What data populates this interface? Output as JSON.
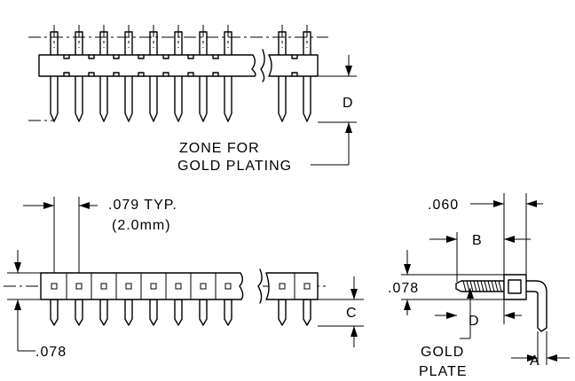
{
  "labels": {
    "dim_d_top": "D",
    "zone_line1": "ZONE FOR",
    "zone_line2": "GOLD PLATING",
    "pitch_inch": ".079 TYP.",
    "pitch_mm": "(2.0mm)",
    "dim_078_bottom": ".078",
    "dim_c": "C",
    "dim_060": ".060",
    "dim_b": "B",
    "dim_078_side": ".078",
    "dim_d_side": "D",
    "gold_line1": "GOLD",
    "gold_line2": "PLATE",
    "dim_a": "A"
  }
}
